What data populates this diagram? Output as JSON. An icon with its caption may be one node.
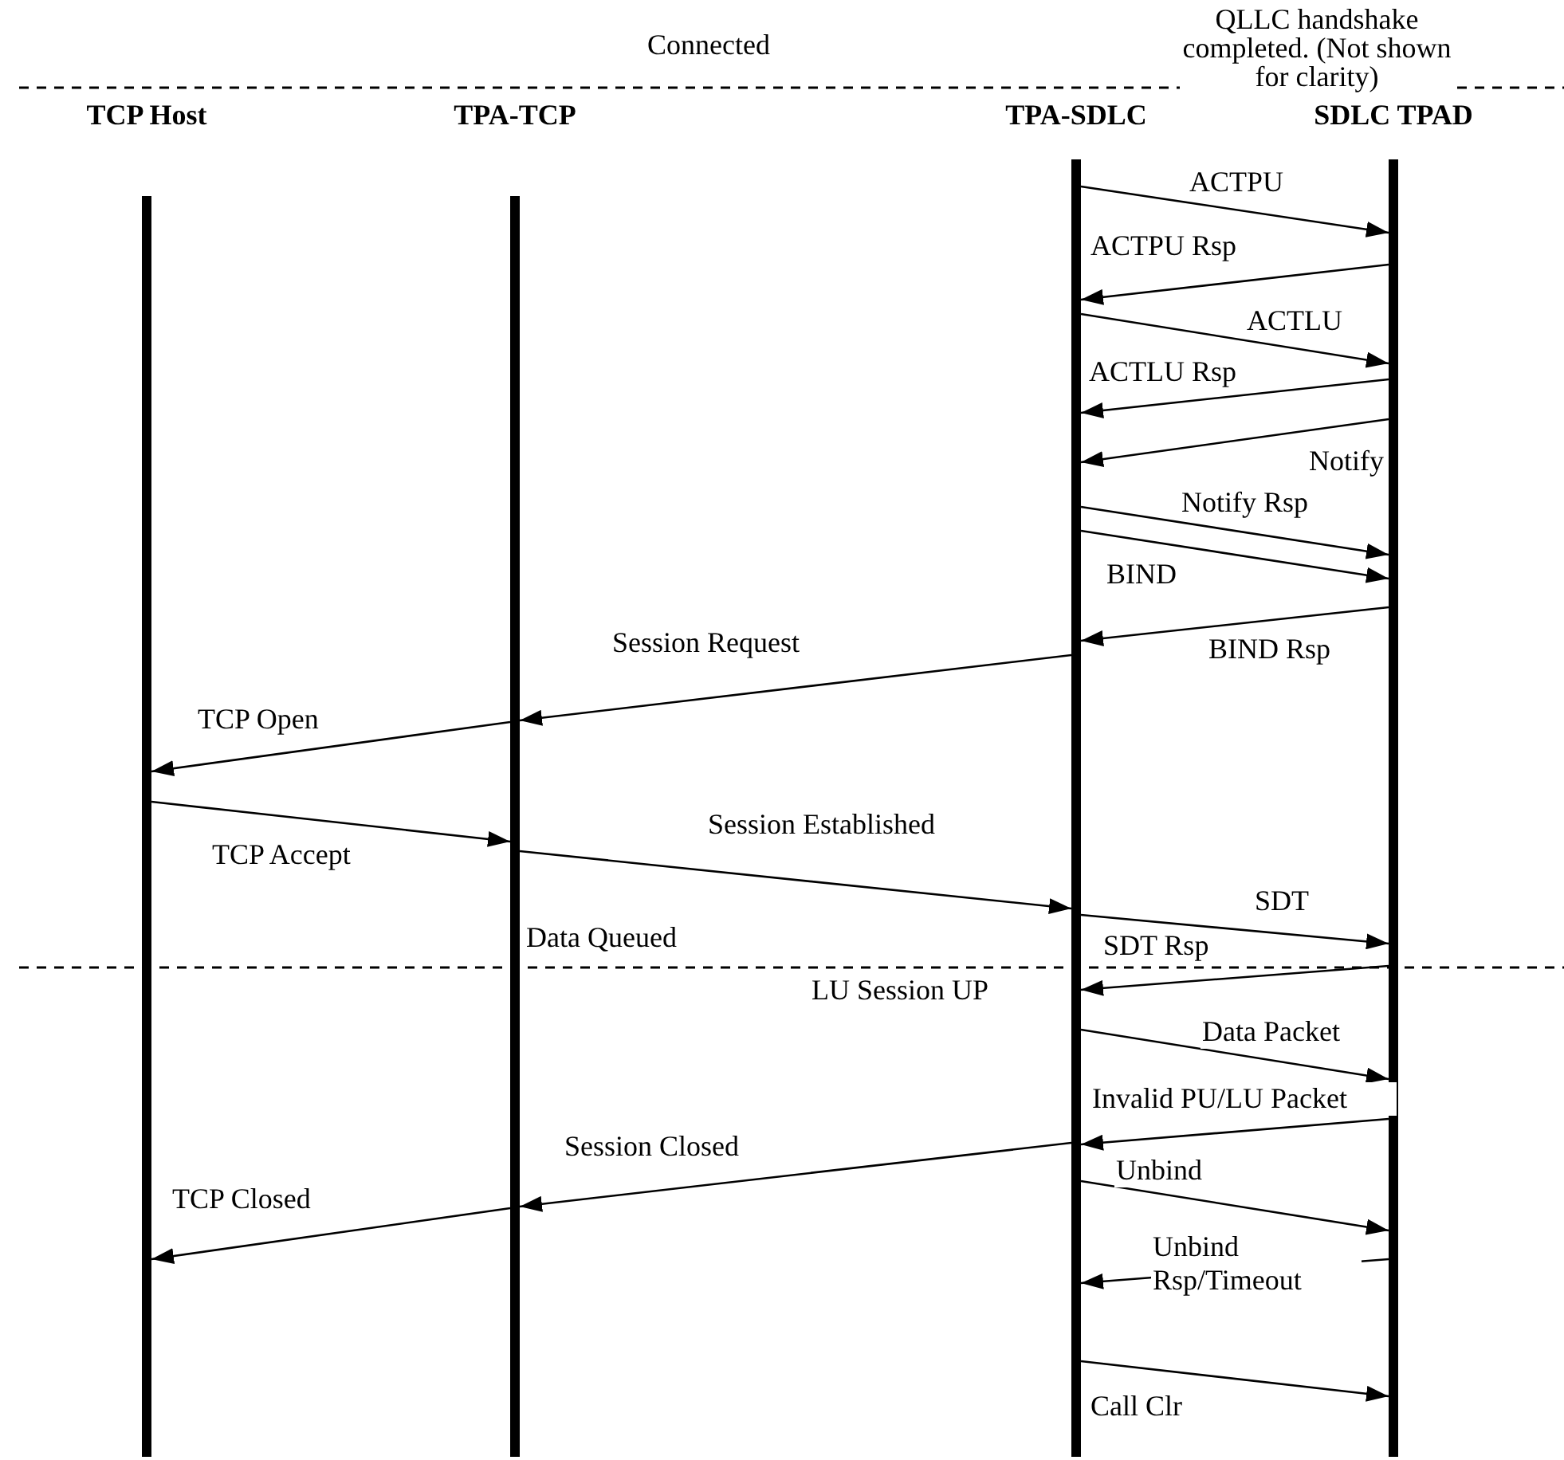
{
  "diagram": {
    "nodes": [
      {
        "text": [
          "TCP Host"
        ]
      },
      {
        "text": [
          "TPA-TCP"
        ]
      },
      {
        "text": [
          "TPA-SDLC"
        ]
      },
      {
        "text": [
          "SDLC TPAD"
        ]
      }
    ],
    "edges": [
      {
        "from": 2,
        "to": 3,
        "arrow": "to",
        "label": "ACTPU"
      },
      {
        "from": 3,
        "to": 2,
        "arrow": "to",
        "label": "ACTPU Rsp"
      },
      {
        "from": 2,
        "to": 3,
        "arrow": "to",
        "label": "ACTLU"
      },
      {
        "from": 3,
        "to": 2,
        "arrow": "to",
        "label": "ACTLU Rsp"
      },
      {
        "from": 3,
        "to": 2,
        "arrow": "to",
        "label": "Notify"
      },
      {
        "from": 2,
        "to": 3,
        "arrow": "to",
        "label": "Notify Rsp"
      },
      {
        "from": 2,
        "to": 3,
        "arrow": "to",
        "label": "BIND"
      },
      {
        "from": 3,
        "to": 2,
        "arrow": "to",
        "label": "BIND Rsp"
      },
      {
        "from": 2,
        "to": 1,
        "arrow": "to",
        "label": "Session Request"
      },
      {
        "from": 1,
        "to": 0,
        "arrow": "to",
        "label": "TCP Open"
      },
      {
        "from": 0,
        "to": 1,
        "arrow": "to",
        "label": "TCP Accept"
      },
      {
        "from": 1,
        "to": 2,
        "arrow": "to",
        "label": "Session Established"
      },
      {
        "from": 2,
        "to": 3,
        "arrow": "to",
        "label": "SDT"
      },
      {
        "from": 3,
        "to": 2,
        "arrow": "to",
        "label": "SDT Rsp"
      },
      {
        "from": 2,
        "to": 3,
        "arrow": "to",
        "label": "Data Packet"
      },
      {
        "from": 3,
        "to": 2,
        "arrow": "to",
        "label": "Invalid PU/LU Packet"
      },
      {
        "from": 2,
        "to": 1,
        "arrow": "to",
        "label": "Session Closed"
      },
      {
        "from": 1,
        "to": 0,
        "arrow": "to",
        "label": "TCP Closed"
      },
      {
        "from": 2,
        "to": 3,
        "arrow": "to",
        "label": "Unbind"
      },
      {
        "from": 3,
        "to": 2,
        "arrow": "to",
        "label": "Unbind Rsp/Timeout"
      },
      {
        "from": 2,
        "to": 3,
        "arrow": "to",
        "label": "Call Clr"
      }
    ],
    "labels": [
      "Connected",
      "QLLC handshake completed. (Not shown for clarity)",
      "Data Queued",
      "LU Session UP"
    ]
  }
}
